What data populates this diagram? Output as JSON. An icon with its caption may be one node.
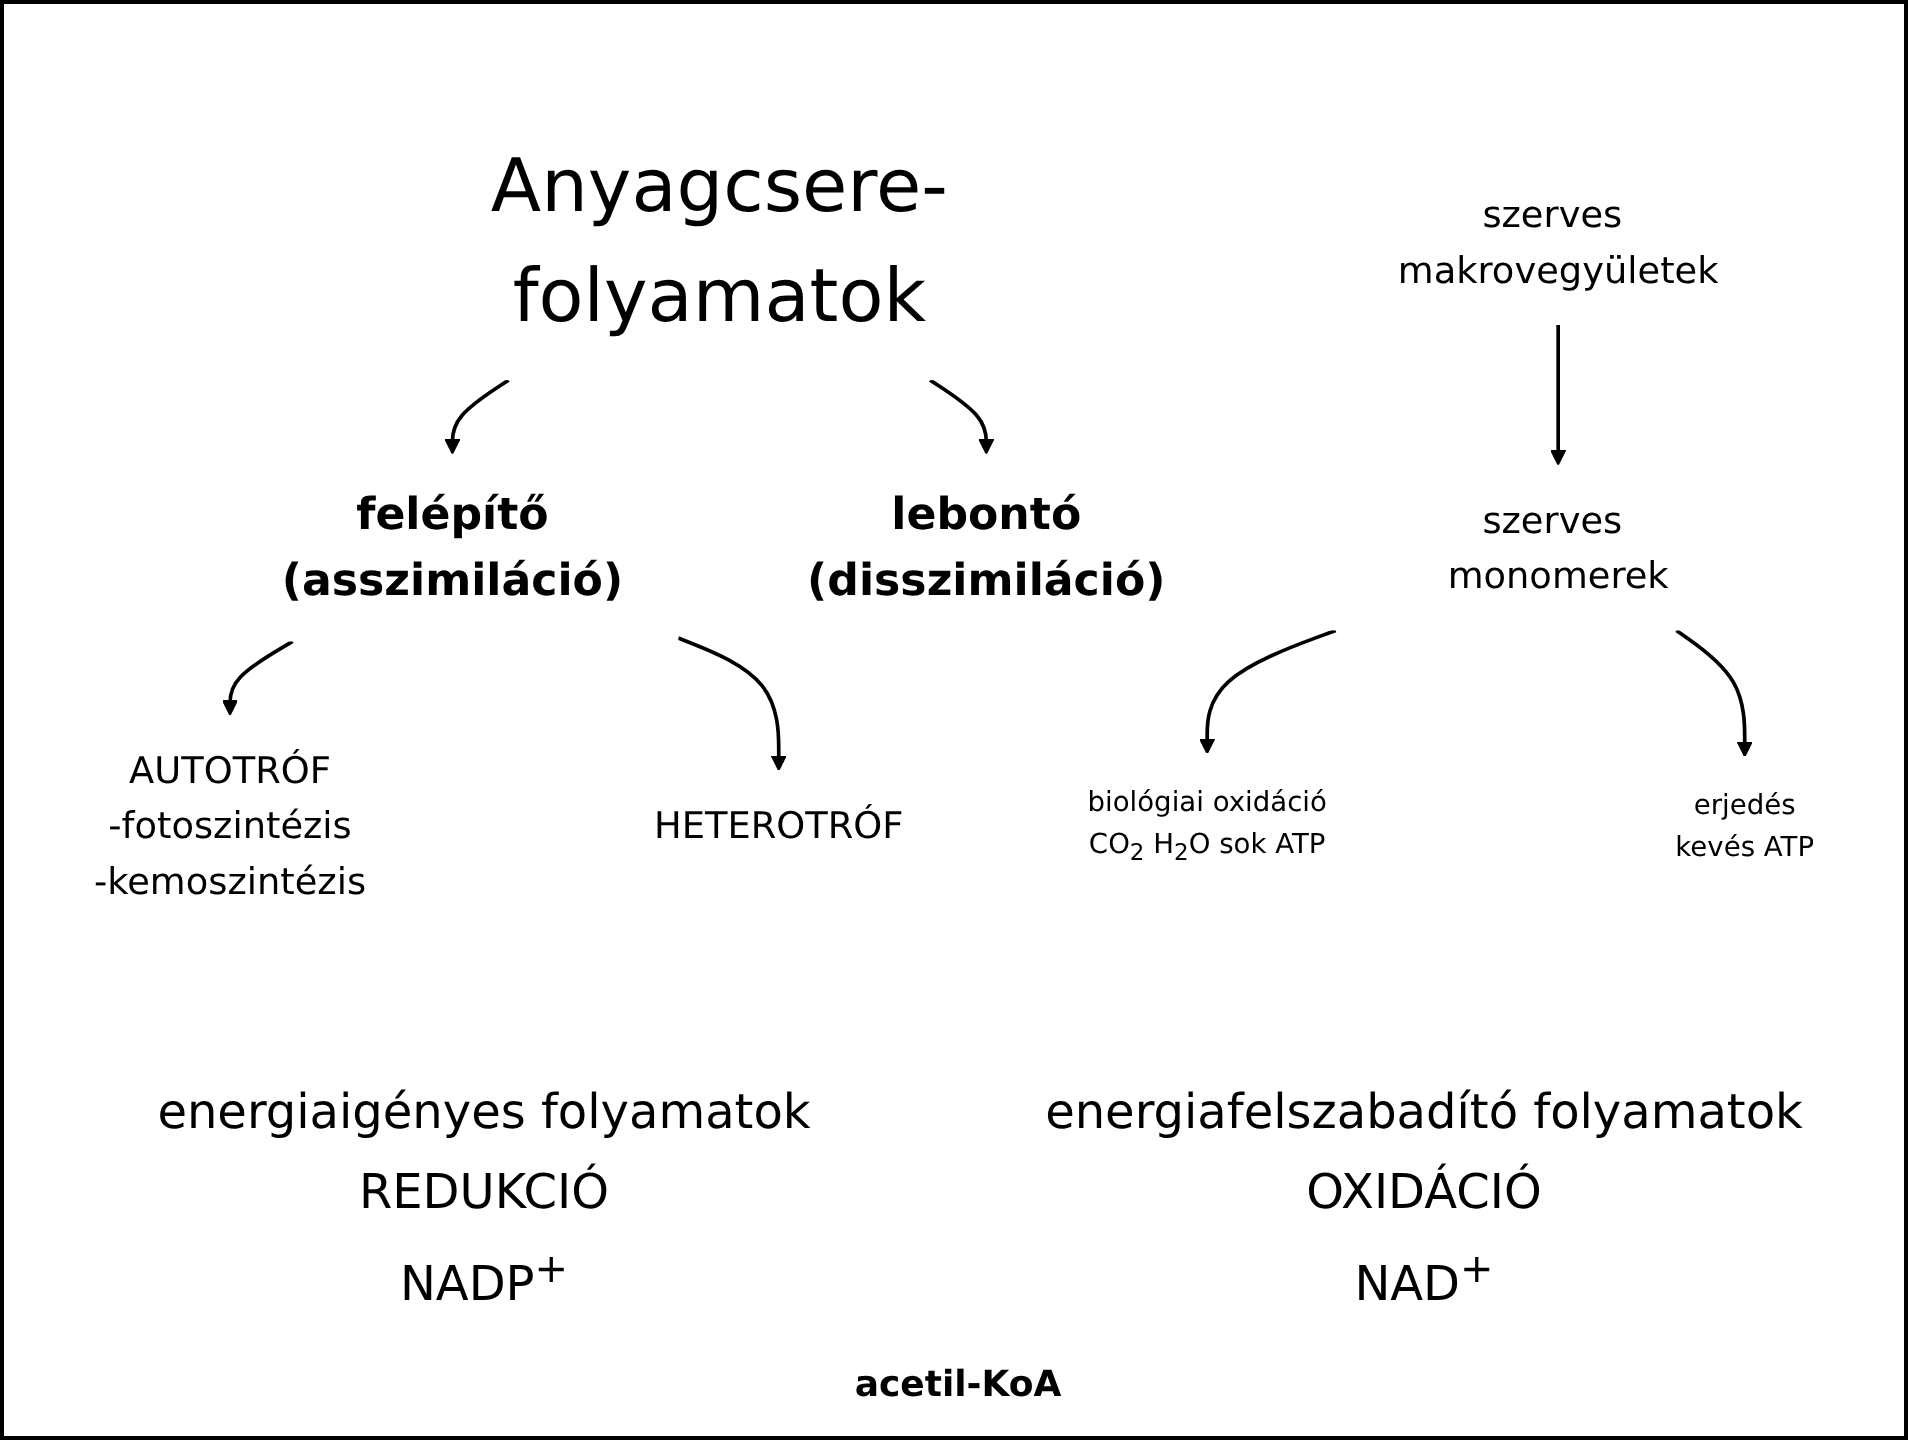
{
  "diagram": {
    "nodes": [
      {
        "text": [
          "Anyagcsere-folyamatok"
        ]
      },
      {
        "text": [
          "felépítő",
          "(asszimiláció)"
        ]
      },
      {
        "text": [
          "lebontó",
          "(disszimiláció)"
        ]
      },
      {
        "text": [
          "AUTOTRÓF",
          "-fotoszintézis",
          "-kemoszintézis"
        ]
      },
      {
        "text": [
          "HETEROTRÓF"
        ]
      },
      {
        "text": [
          "szerves makrovegyületek"
        ]
      },
      {
        "text": [
          "szerves monomerek"
        ]
      },
      {
        "text": [
          "biológiai oxidáció",
          "CO$_{2}$ H$_{2}$O sok ATP"
        ]
      },
      {
        "text": [
          "erjedés",
          "kevés ATP"
        ]
      }
    ],
    "edges": [
      {
        "from": 0,
        "to": 1,
        "arrow": "to"
      },
      {
        "from": 0,
        "to": 2,
        "arrow": "to"
      },
      {
        "from": 1,
        "to": 3,
        "arrow": "to"
      },
      {
        "from": 1,
        "to": 4,
        "arrow": "to"
      },
      {
        "from": 5,
        "to": 6,
        "arrow": "to"
      },
      {
        "from": 6,
        "to": 7,
        "arrow": "to"
      },
      {
        "from": 6,
        "to": 8,
        "arrow": "to"
      }
    ],
    "labels": [
      "energiaigényes folyamatok",
      "REDUKCIÓ",
      "NADP$^{+}$",
      "energiafelszabadító folyamatok",
      "OXIDÁCIÓ",
      "NAD$^{+}$",
      "acetil-KoA"
    ]
  }
}
